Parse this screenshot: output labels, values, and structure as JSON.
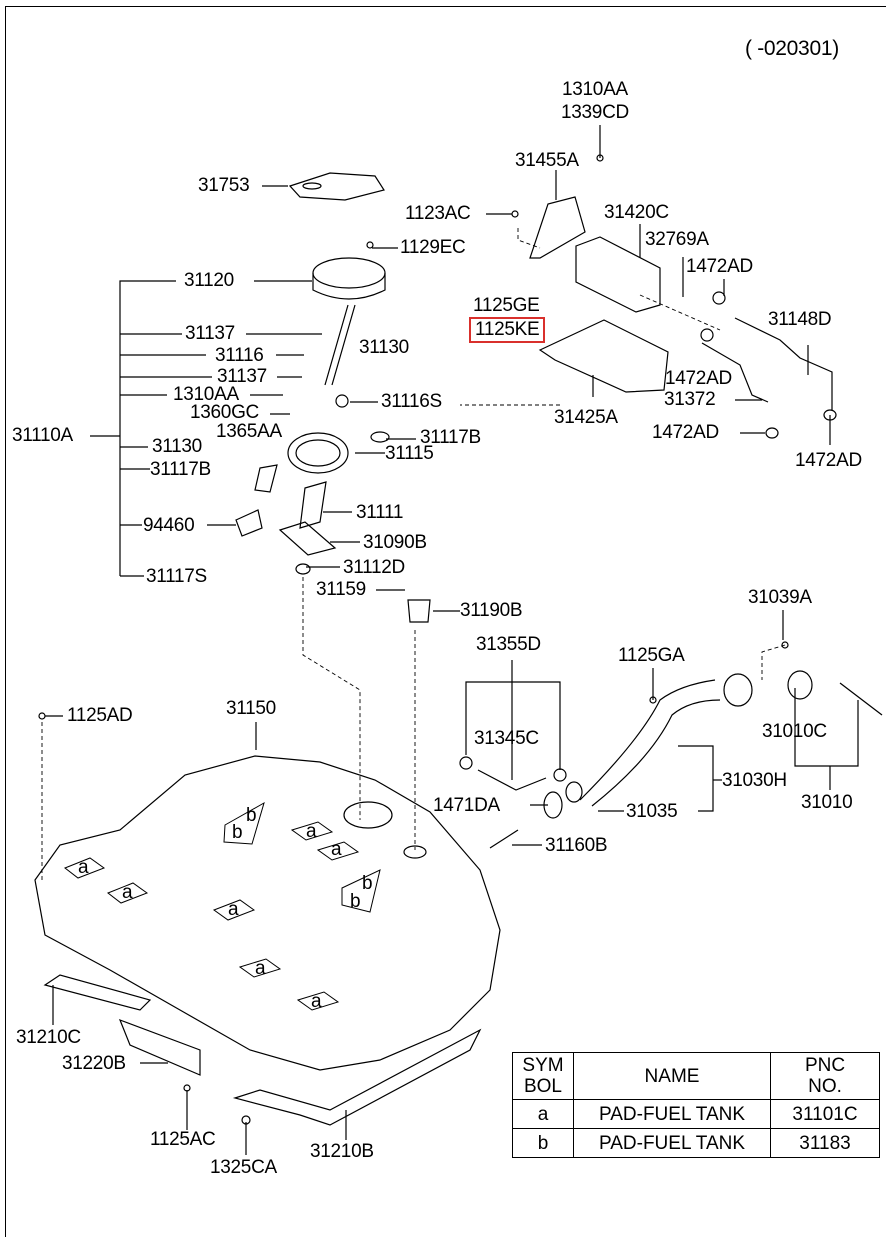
{
  "diagram": {
    "date_code": "( -020301)",
    "highlighted_part": "1125KE",
    "labels": {
      "p1310AA_top": "1310AA",
      "p1339CD": "1339CD",
      "p31455A": "31455A",
      "p31753": "31753",
      "p1123AC": "1123AC",
      "p31420C": "31420C",
      "p32769A": "32769A",
      "p1129EC": "1129EC",
      "p1472AD_a": "1472AD",
      "p31120": "31120",
      "p1125GE": "1125GE",
      "p1125KE": "1125KE",
      "p31148D": "31148D",
      "p31137_a": "31137",
      "p31130_a": "31130",
      "p31116": "31116",
      "p1472AD_b": "1472AD",
      "p31137_b": "31137",
      "p31372": "31372",
      "p1310AA": "1310AA",
      "p31116S": "31116S",
      "p31425A": "31425A",
      "p1360GC": "1360GC",
      "p1472AD_c": "1472AD",
      "p1365AA": "1365AA",
      "p31117B_a": "31117B",
      "p31110A": "31110A",
      "p31130_b": "31130",
      "p31115": "31115",
      "p1472AD_d": "1472AD",
      "p31117B_b": "31117B",
      "p31111": "31111",
      "p94460": "94460",
      "p31090B": "31090B",
      "p31112D": "31112D",
      "p31117S": "31117S",
      "p31159": "31159",
      "p31039A": "31039A",
      "p31190B": "31190B",
      "p31355D": "31355D",
      "p1125GA": "1125GA",
      "p1125AD": "1125AD",
      "p31150": "31150",
      "p31345C": "31345C",
      "p31010C": "31010C",
      "p31030H": "31030H",
      "p1471DA": "1471DA",
      "p31035": "31035",
      "p31010": "31010",
      "p31160B": "31160B",
      "p31210C": "31210C",
      "p31220B": "31220B",
      "p1125AC": "1125AC",
      "p31210B": "31210B",
      "p1325CA": "1325CA"
    },
    "pad_symbols": {
      "a": "a",
      "b": "b"
    }
  },
  "legend_table": {
    "headers": {
      "symbol": "SYM BOL",
      "symbol_l1": "SYM",
      "symbol_l2": "BOL",
      "name": "NAME",
      "pnc_l1": "PNC",
      "pnc_l2": "NO."
    },
    "rows": [
      {
        "symbol": "a",
        "name": "PAD-FUEL TANK",
        "pnc": "31101C"
      },
      {
        "symbol": "b",
        "name": "PAD-FUEL TANK",
        "pnc": "31183"
      }
    ]
  },
  "colors": {
    "highlight": "#d9302c",
    "line": "#000000"
  }
}
